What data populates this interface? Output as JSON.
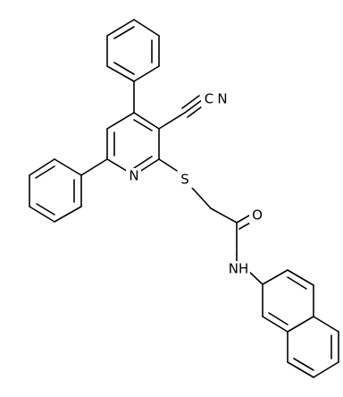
{
  "structure": {
    "atoms": [
      {
        "id": "cyano_carbon",
        "label": "C"
      },
      {
        "id": "cyano_nitrogen",
        "label": "N"
      },
      {
        "id": "pyridine_nitrogen",
        "label": "N"
      },
      {
        "id": "thioether_sulfur",
        "label": "S"
      },
      {
        "id": "amide_oxygen",
        "label": "O"
      },
      {
        "id": "amide_nitrogen",
        "label": "NH"
      }
    ]
  }
}
